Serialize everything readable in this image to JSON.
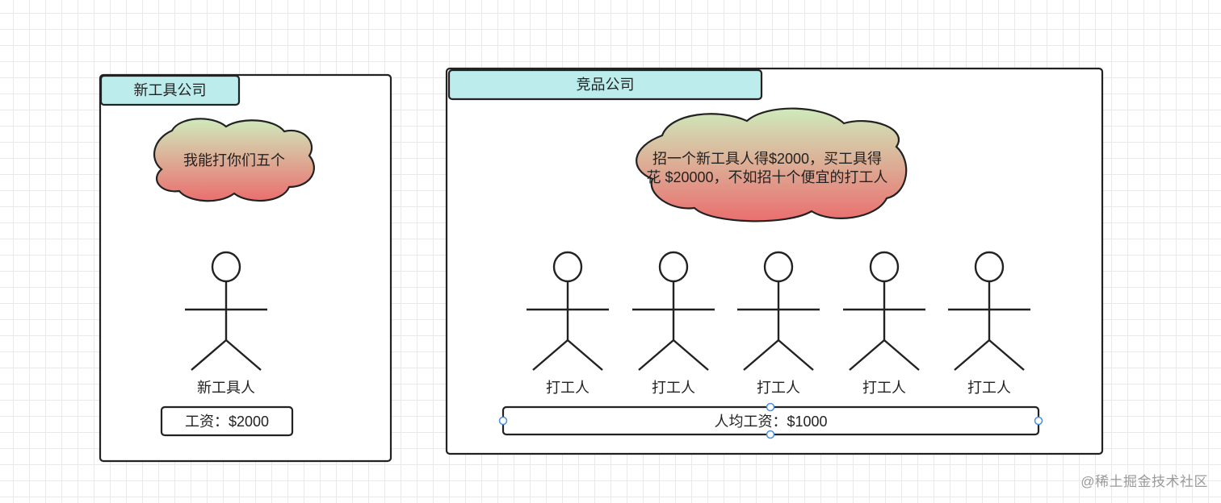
{
  "left_company": {
    "title": "新工具公司",
    "thought": "我能打你们五个",
    "worker_label": "新工具人",
    "salary": "工资：$2000"
  },
  "right_company": {
    "title": "竞品公司",
    "thought_line1": "招一个新工具人得$2000，买工具得",
    "thought_line2": "花 $20000，不如招十个便宜的打工人",
    "workers": [
      {
        "label": "打工人"
      },
      {
        "label": "打工人"
      },
      {
        "label": "打工人"
      },
      {
        "label": "打工人"
      },
      {
        "label": "打工人"
      }
    ],
    "salary": "人均工资：$1000"
  },
  "watermark": "@稀土掘金技术社区",
  "colors": {
    "title_fill": "#bdecec",
    "cloud_top": "#cfeabb",
    "cloud_bottom": "#ea6f6f",
    "stroke": "#222222",
    "handle": "#4a8fe0"
  }
}
